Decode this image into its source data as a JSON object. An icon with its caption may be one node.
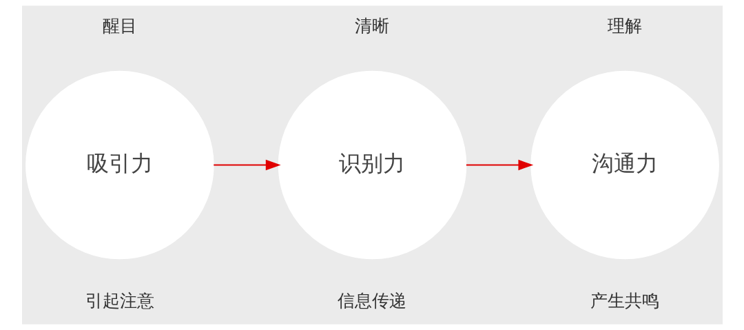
{
  "diagram": {
    "nodes": [
      {
        "text": [
          "吸引力"
        ],
        "beside": [
          "醒目",
          "引起注意"
        ]
      },
      {
        "text": [
          "识别力"
        ],
        "beside": [
          "清晰",
          "信息传递"
        ]
      },
      {
        "text": [
          "沟通力"
        ],
        "beside": [
          "理解",
          "产生共鸣"
        ]
      }
    ],
    "edges": [
      {
        "from": 0,
        "to": 1,
        "arrow": "to"
      },
      {
        "from": 1,
        "to": 2,
        "arrow": "to"
      }
    ]
  }
}
